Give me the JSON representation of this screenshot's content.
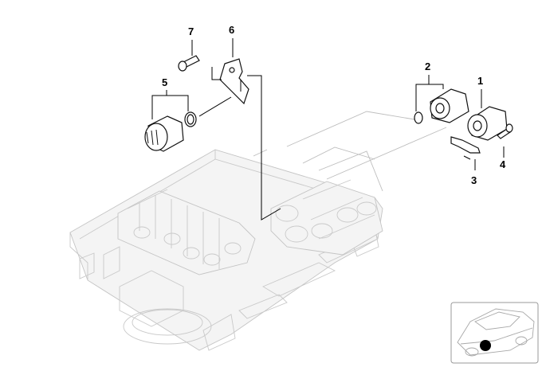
{
  "diagram": {
    "callouts": [
      {
        "id": "1",
        "label": "1"
      },
      {
        "id": "2",
        "label": "2"
      },
      {
        "id": "3",
        "label": "3"
      },
      {
        "id": "4",
        "label": "4"
      },
      {
        "id": "5",
        "label": "5"
      },
      {
        "id": "6",
        "label": "6"
      },
      {
        "id": "7",
        "label": "7"
      }
    ],
    "icons": {
      "inset": "vehicle-location-inset-icon",
      "marker": "location-marker-icon"
    },
    "colors": {
      "background": "#ffffff",
      "part_outline": "#111111",
      "ghost_outline": "#c9c9c9",
      "marker": "#000000"
    }
  }
}
